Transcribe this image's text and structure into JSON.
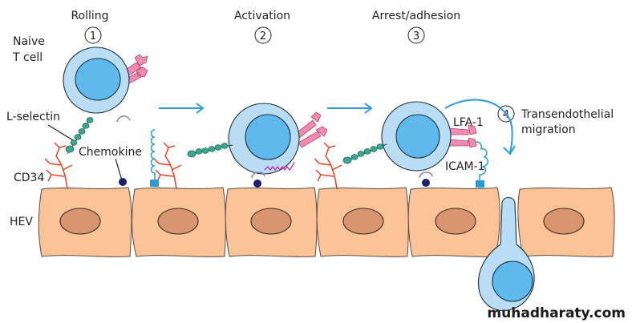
{
  "figure": {
    "title": "Lymphocyte homing through high endothelial venule",
    "steps": [
      {
        "label": "Rolling",
        "number": "1"
      },
      {
        "label": "Activation",
        "number": "2"
      },
      {
        "label": "Arrest/adhesion",
        "number": "3"
      },
      {
        "label": "Transendothelial migration",
        "number": "4",
        "line1": "Transendothelial",
        "line2": "migration"
      }
    ],
    "labels": {
      "naive_line1": "Naive",
      "naive_line2": "T cell",
      "l_selectin": "L-selectin",
      "chemokine": "Chemokine",
      "cd34": "CD34",
      "hev": "HEV",
      "lfa1": "LFA-1",
      "icam1": "ICAM-1"
    },
    "watermark": "muhadharaty.com",
    "colors": {
      "endothelium": "#fcc396",
      "endothelial_nucleus": "#d79670",
      "tcell_cytoplasm": "#b9def3",
      "tcell_nucleus": "#5fb9ec",
      "arrow": "#2d9ad6",
      "cd34": "#e0462a",
      "l_selectin": "#3aa88f",
      "lfa1": "#ef8bb0",
      "chemokine": "#1c1f6e",
      "signal": "#c02aa8"
    }
  }
}
